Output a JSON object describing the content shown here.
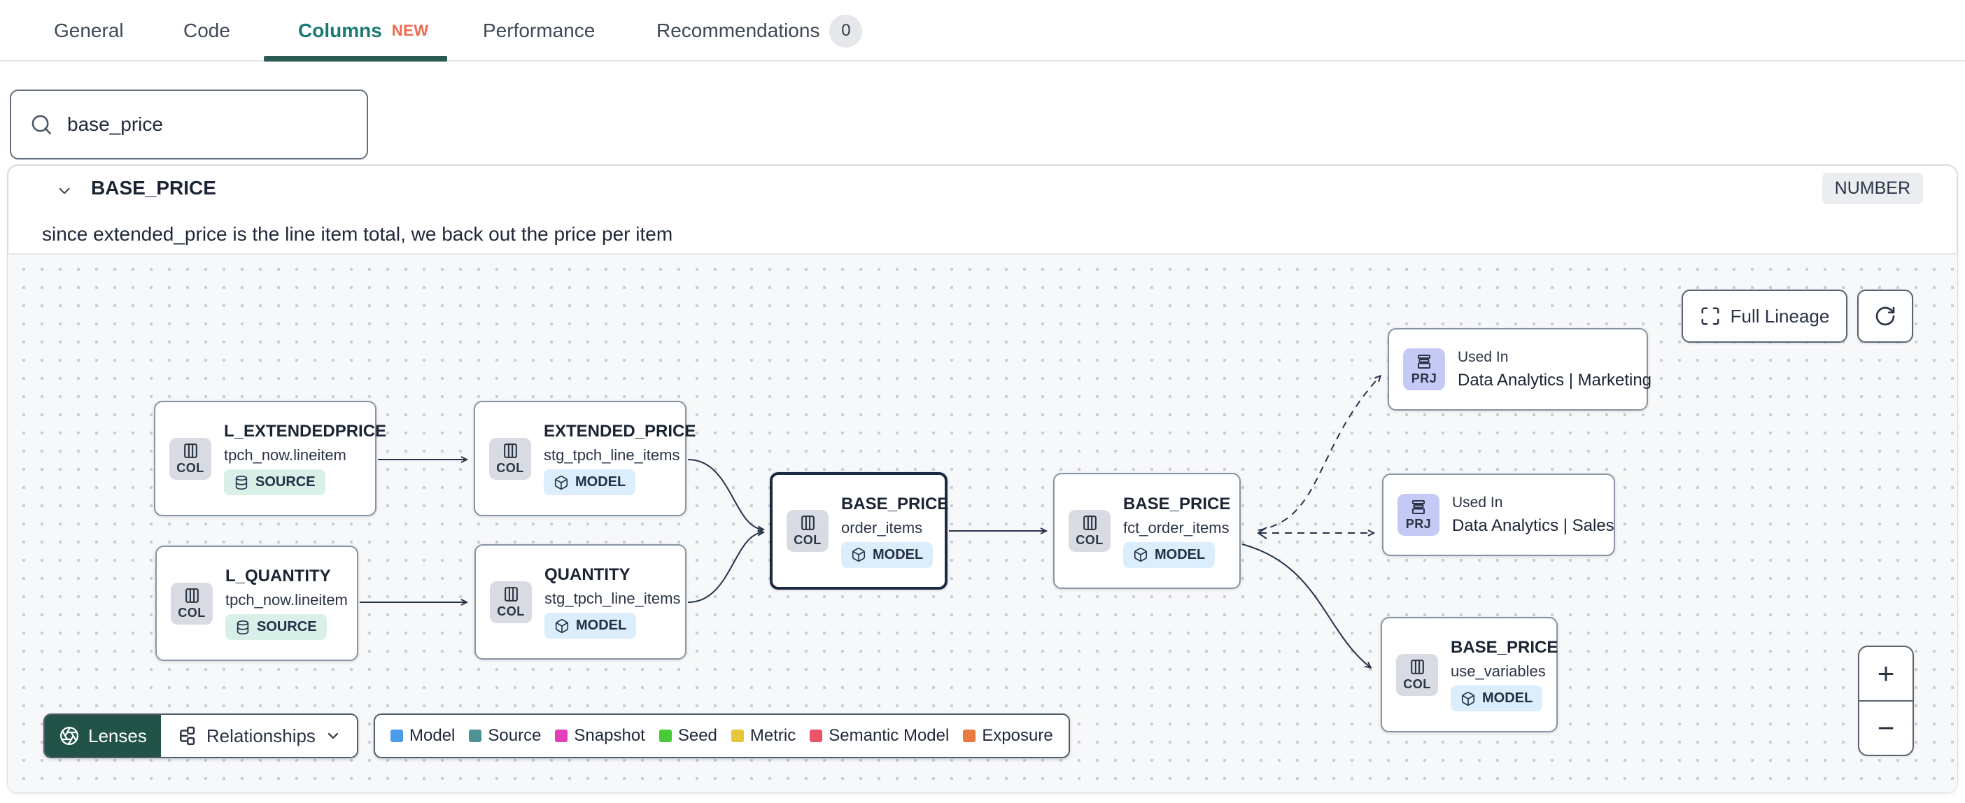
{
  "tabs": {
    "items": [
      {
        "label": "General"
      },
      {
        "label": "Code"
      },
      {
        "label": "Columns",
        "new_badge": "NEW",
        "active": true
      },
      {
        "label": "Performance"
      },
      {
        "label": "Recommendations",
        "count": "0"
      }
    ]
  },
  "search": {
    "value": "base_price"
  },
  "column_detail": {
    "name": "BASE_PRICE",
    "data_type": "NUMBER",
    "description": "since extended_price is the line item total, we back out the price per item"
  },
  "lineage": {
    "controls": {
      "full_lineage_label": "Full Lineage",
      "zoom_in_label": "+",
      "zoom_out_label": "−"
    },
    "toolbar": {
      "lenses_label": "Lenses",
      "relationships_label": "Relationships"
    },
    "nodes": [
      {
        "title": "L_EXTENDEDPRICE",
        "subtitle": "tpch_now.lineitem",
        "badge": "COL",
        "resource_type": "SOURCE"
      },
      {
        "title": "EXTENDED_PRICE",
        "subtitle": "stg_tpch_line_items",
        "badge": "COL",
        "resource_type": "MODEL"
      },
      {
        "title": "L_QUANTITY",
        "subtitle": "tpch_now.lineitem",
        "badge": "COL",
        "resource_type": "SOURCE"
      },
      {
        "title": "QUANTITY",
        "subtitle": "stg_tpch_line_items",
        "badge": "COL",
        "resource_type": "MODEL"
      },
      {
        "title": "BASE_PRICE",
        "subtitle": "order_items",
        "badge": "COL",
        "resource_type": "MODEL",
        "selected": true
      },
      {
        "title": "BASE_PRICE",
        "subtitle": "fct_order_items",
        "badge": "COL",
        "resource_type": "MODEL"
      },
      {
        "eyebrow": "Used In",
        "title": "Data Analytics | Marketing",
        "badge": "PRJ"
      },
      {
        "eyebrow": "Used In",
        "title": "Data Analytics | Sales",
        "badge": "PRJ"
      },
      {
        "title": "BASE_PRICE",
        "subtitle": "use_variables",
        "badge": "COL",
        "resource_type": "MODEL"
      }
    ],
    "legend": {
      "items": [
        {
          "label": "Model",
          "color": "#4c9be8"
        },
        {
          "label": "Source",
          "color": "#4f9292"
        },
        {
          "label": "Snapshot",
          "color": "#e23fb8"
        },
        {
          "label": "Seed",
          "color": "#46cb36"
        },
        {
          "label": "Metric",
          "color": "#e5c63c"
        },
        {
          "label": "Semantic Model",
          "color": "#ea5467"
        },
        {
          "label": "Exposure",
          "color": "#e8793f"
        }
      ]
    }
  }
}
